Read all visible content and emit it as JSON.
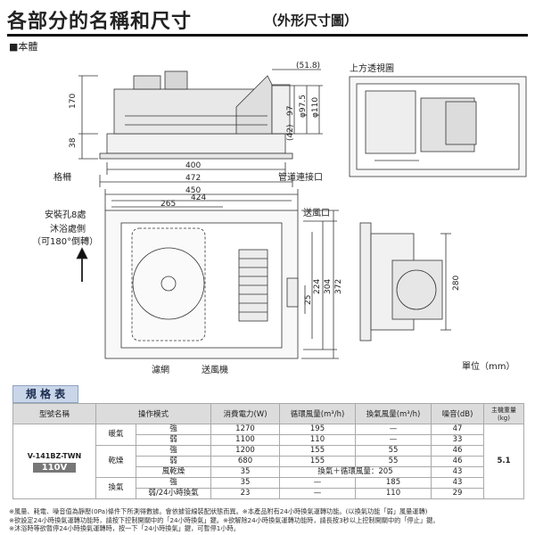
{
  "page": {
    "title": "各部分的名稱和尺寸",
    "subtitle": "（外形尺寸圖）",
    "section": "■本體"
  },
  "drawing": {
    "top_view_label": "上方透視圖",
    "dims": {
      "d170": "170",
      "d38": "38",
      "d51_8": "(51.8)",
      "d97": "97",
      "d97_5": "φ97.5",
      "d110": "φ110",
      "d42": "(42)",
      "d400": "400",
      "d472": "472",
      "d450": "450",
      "d424": "424",
      "d265": "265",
      "d25": "25",
      "d224": "224",
      "d304": "304",
      "d372": "372",
      "d280": "280"
    },
    "labels": {
      "grille": "格柵",
      "duct": "管道連接口",
      "mount_holes": "安裝孔8處",
      "bath_side": "沐浴處側",
      "rotatable": "（可180°倒轉）",
      "outlet": "送風口",
      "filter": "濾網",
      "blower": "送風機",
      "unit": "單位（mm）"
    }
  },
  "spec": {
    "heading": "規 格 表",
    "headers": {
      "model": "型號名稱",
      "mode": "操作模式",
      "power": "消費電力(W)",
      "circ": "循環風量(m³/h)",
      "vent": "換氣風量(m³/h)",
      "noise": "噪音(dB)",
      "weight": "主機重量(kg)"
    },
    "model": "V-141BZ-TWN",
    "voltage": "110V",
    "weight": "5.1",
    "groups": {
      "warm": "暖氣",
      "dry": "乾燥",
      "vent": "換氣"
    },
    "rows": [
      {
        "sub": "強",
        "power": "1270",
        "circ": "195",
        "vent": "—",
        "noise": "47"
      },
      {
        "sub": "弱",
        "power": "1100",
        "circ": "110",
        "vent": "—",
        "noise": "33"
      },
      {
        "sub": "強",
        "power": "1200",
        "circ": "155",
        "vent": "55",
        "noise": "46"
      },
      {
        "sub": "弱",
        "power": "680",
        "circ": "155",
        "vent": "55",
        "noise": "46"
      },
      {
        "sub": "風乾燥",
        "power": "35",
        "merged": "換氣＋循環風量：205",
        "noise": "43"
      },
      {
        "sub": "強",
        "power": "35",
        "circ": "—",
        "vent": "185",
        "noise": "43"
      },
      {
        "sub": "弱/24小時換氣",
        "power": "23",
        "circ": "—",
        "vent": "110",
        "noise": "29"
      }
    ]
  },
  "notes": [
    "※風量、耗電、噪音值為靜壓(0Pa)條件下所測得數據。會依據管線裝配狀態而異。※本產品附有24小時換氣運轉功能。(以換氣功能「弱」風量運轉)",
    "※欲設定24小時換氣運轉功能時，請按下控制開關中的「24小時換氣」鍵。※欲解除24小時換氣運轉功能時，請長按3秒以上控制開關中的「停止」鍵。",
    "※沐浴時等欲暫停24小時換氣運轉時，按一下「24小時換氣」鍵，可暫停1小時。"
  ]
}
